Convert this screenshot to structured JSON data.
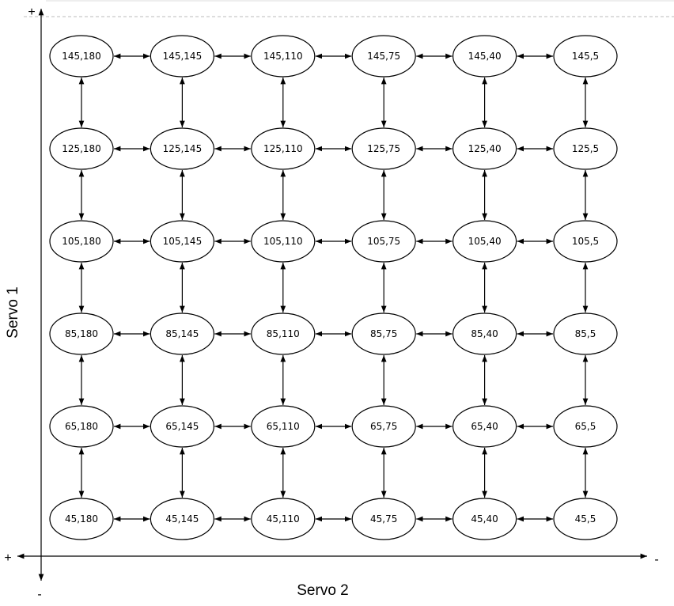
{
  "axes": {
    "vertical_label": "Servo 1",
    "horizontal_label": "Servo 2",
    "vertical_top_sign": "+",
    "vertical_bottom_sign": "-",
    "horizontal_left_sign": "+",
    "horizontal_right_sign": "-"
  },
  "grid": {
    "servo1_values": [
      145,
      125,
      105,
      85,
      65,
      45
    ],
    "servo2_values": [
      180,
      145,
      110,
      75,
      40,
      5
    ]
  }
}
